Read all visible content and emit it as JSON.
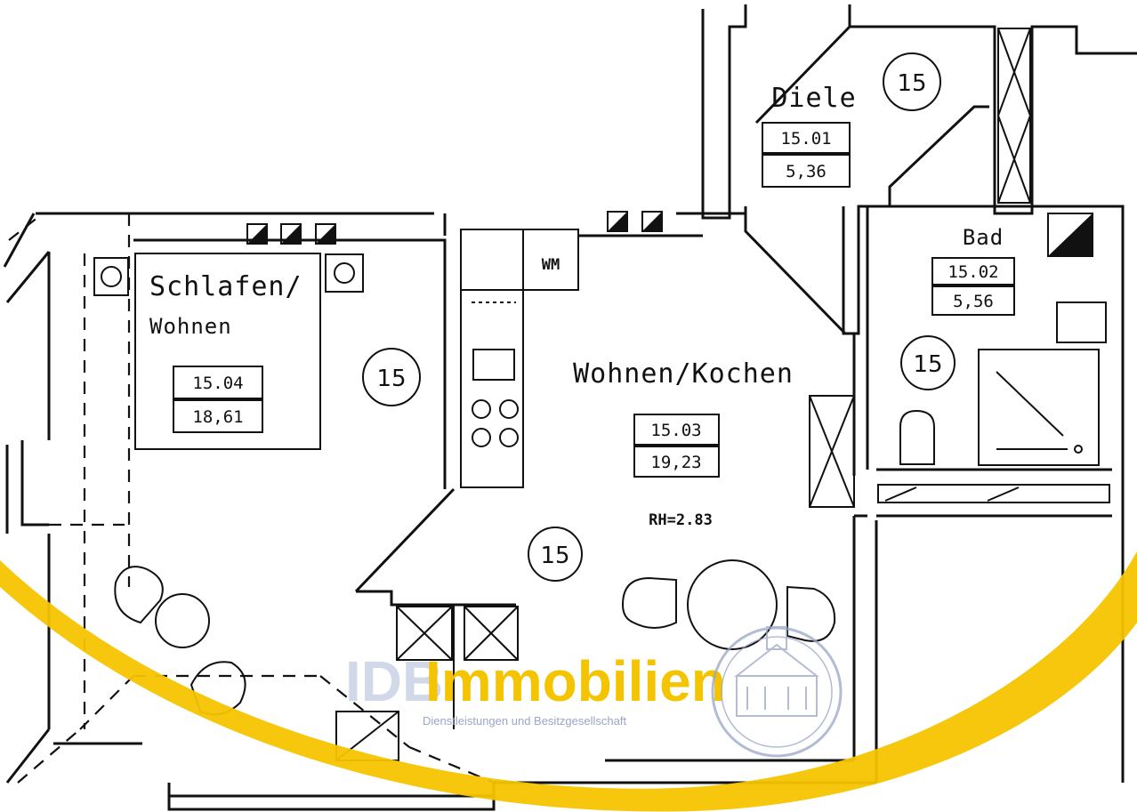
{
  "rooms": {
    "diele": {
      "name": "Diele",
      "number": "15.01",
      "area": "5,36",
      "zone": "15"
    },
    "bad": {
      "name": "Bad",
      "number": "15.02",
      "area": "5,56",
      "zone": "15"
    },
    "schlafen": {
      "name_line1": "Schlafen/",
      "name_line2": "Wohnen",
      "number": "15.04",
      "area": "18,61",
      "zone": "15"
    },
    "wohnen": {
      "name": "Wohnen/Kochen",
      "number": "15.03",
      "area": "19,23",
      "zone": "15",
      "room_height": "RH=2.83"
    }
  },
  "fixtures": {
    "washer_label": "WM"
  },
  "watermark": {
    "brand_prefix": "IDB",
    "brand_main": "Immobilien",
    "tagline": "Dienstleistungen und Besitzgesellschaft",
    "swoosh_color": "#f5c400",
    "brand_color": "#f5c400",
    "prefix_color": "#c9d3e6"
  }
}
